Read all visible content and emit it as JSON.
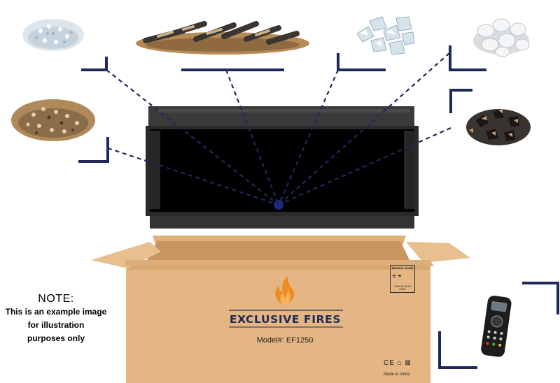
{
  "note": {
    "title": "NOTE:",
    "lines": [
      "This is an example image",
      "for illustration",
      "purposes only"
    ]
  },
  "box": {
    "brand": "EXCLUSIVE FIRES",
    "model": "Model#: EF1250",
    "made_in": "Made in china",
    "fragile_label": "FRAGILE · GLASS",
    "handle_label": "HANDLE WITH CARE",
    "cert_marks": "CE ⌂ ⊠"
  },
  "items": [
    {
      "name": "white-crushed-glass",
      "icon": "glass-pile-icon"
    },
    {
      "name": "ceramic-log-set",
      "icon": "log-set-icon"
    },
    {
      "name": "clear-ice-glass",
      "icon": "ice-glass-icon"
    },
    {
      "name": "white-pebbles",
      "icon": "pebble-icon"
    },
    {
      "name": "amber-crushed-glass",
      "icon": "glass-pile-icon"
    },
    {
      "name": "black-reflective-glass",
      "icon": "glass-pile-icon"
    },
    {
      "name": "remote-control",
      "icon": "remote-icon"
    }
  ],
  "colors": {
    "accent": "#1f2a5a",
    "box": "#e3b683",
    "box_dark": "#d09f6c",
    "flame": "#f08a24",
    "fireplace": "#000000",
    "frame": "#2f2f2f"
  }
}
